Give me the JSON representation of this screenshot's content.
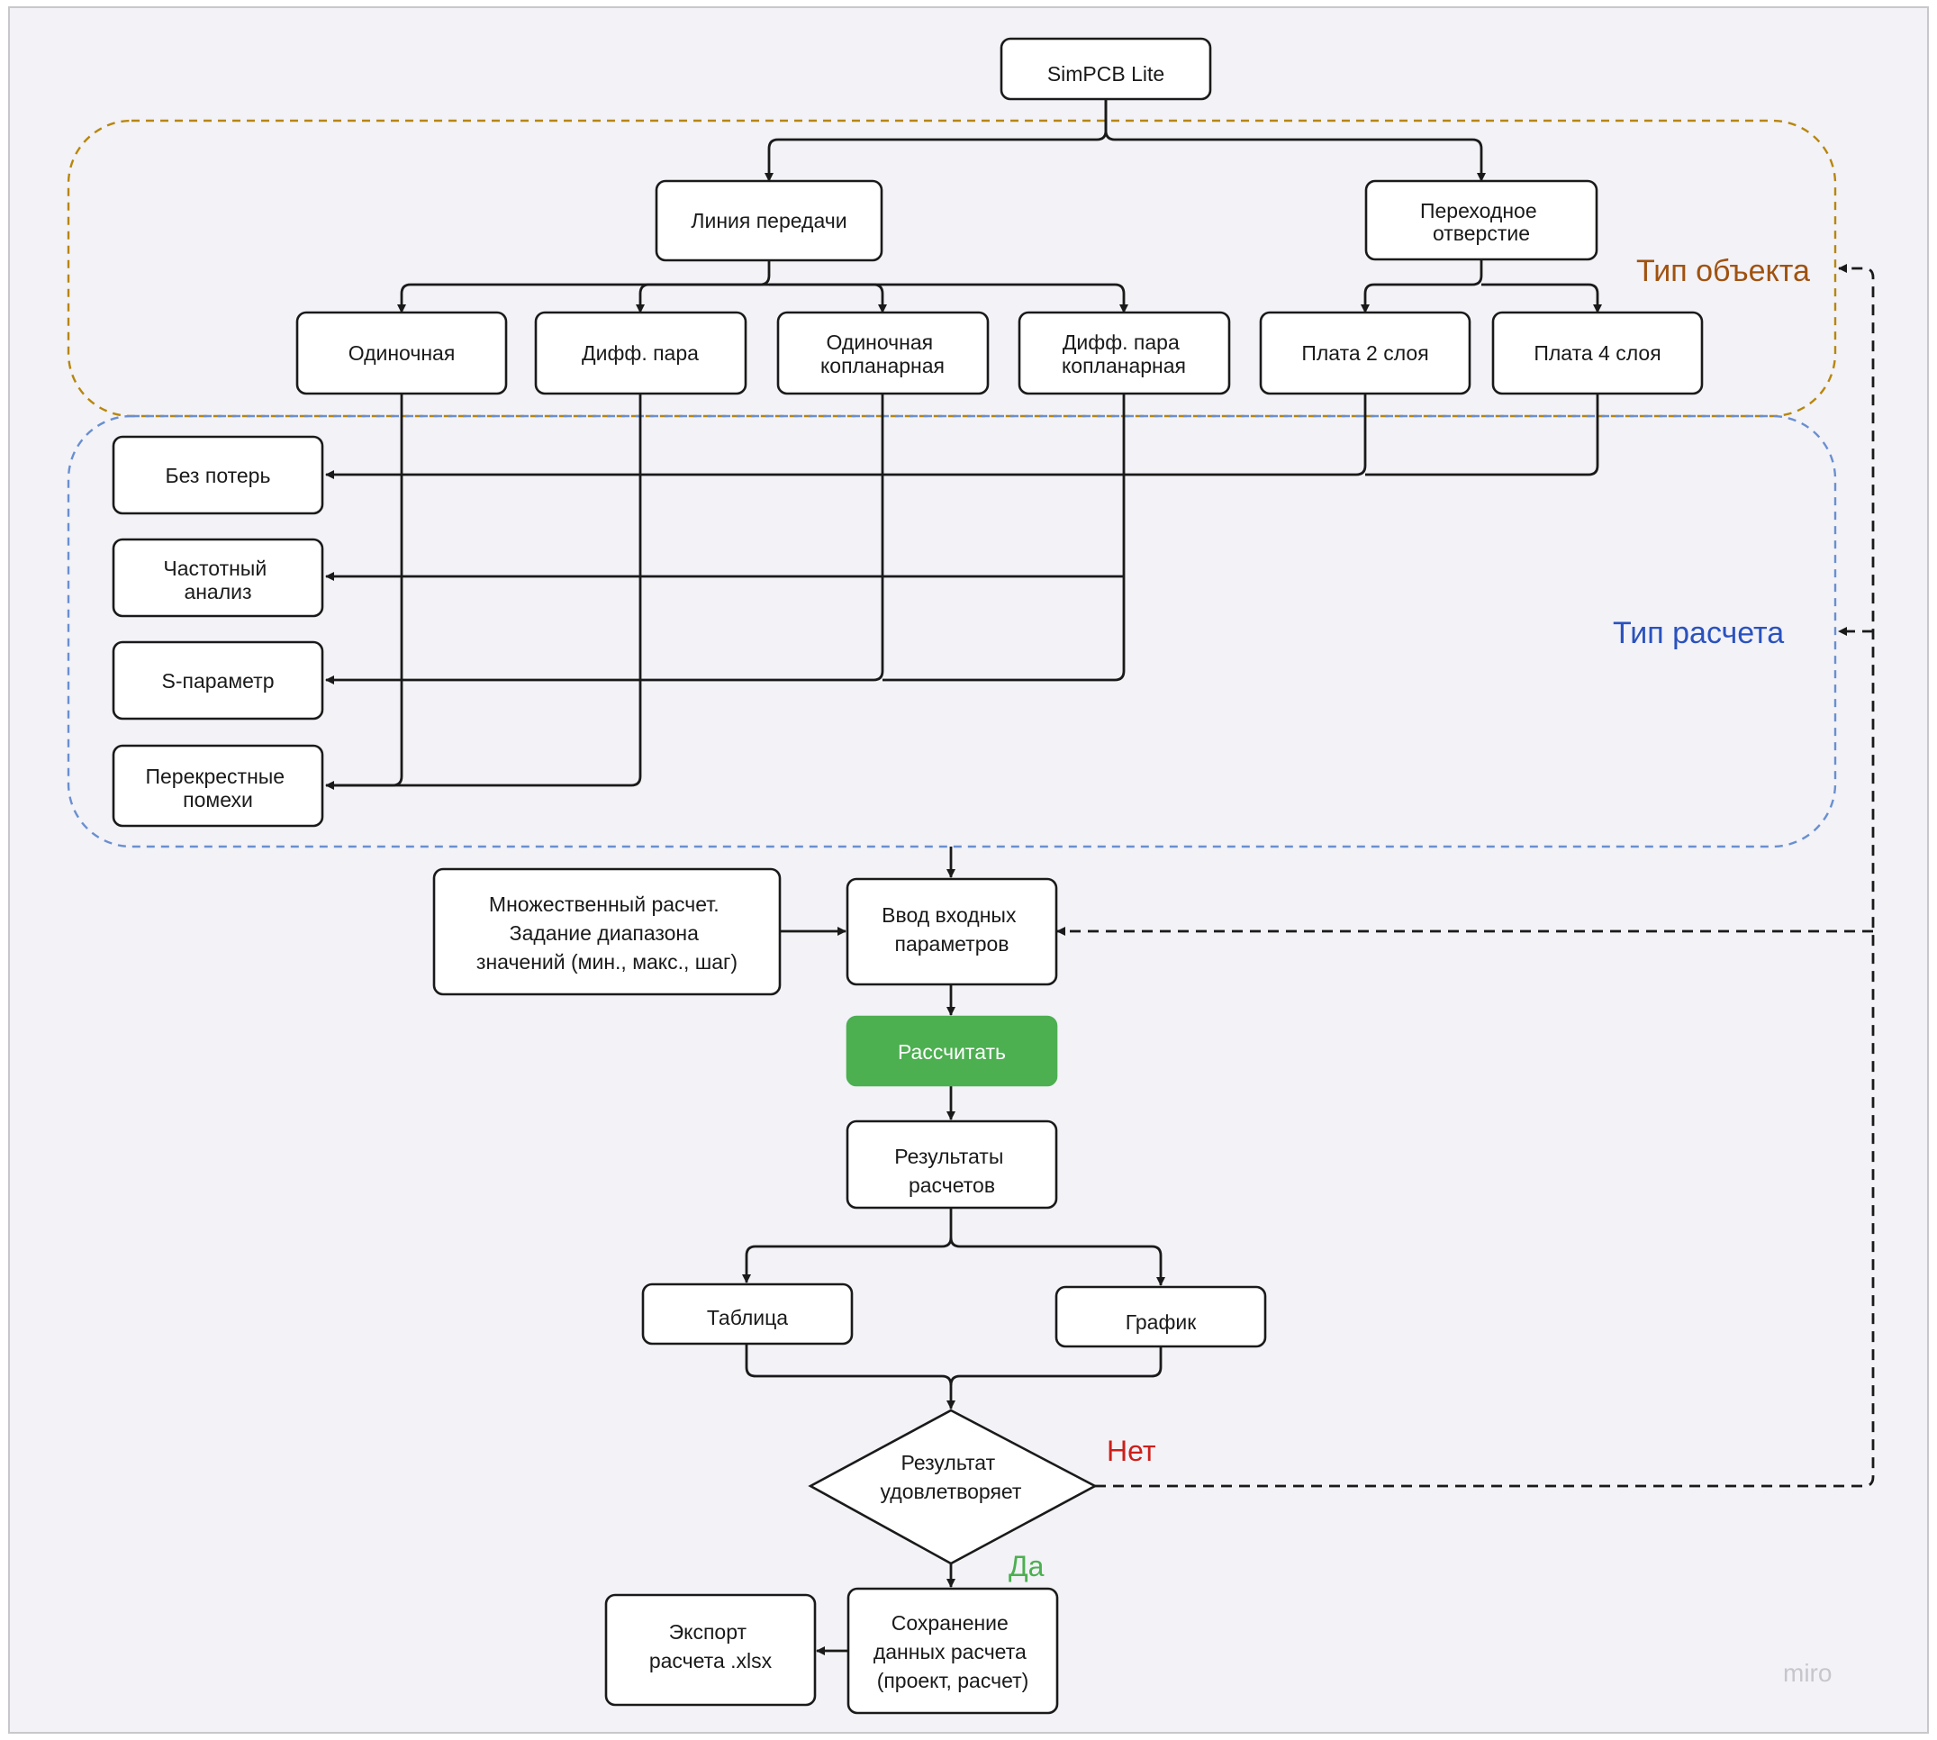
{
  "diagram": {
    "groups": {
      "object_type": {
        "label": "Тип объекта",
        "color": "#a0520f"
      },
      "calc_type": {
        "label": "Тип расчета",
        "color": "#2a52be"
      }
    },
    "nodes": {
      "root": [
        "SimPCB Lite"
      ],
      "line": [
        "Линия передачи"
      ],
      "via": [
        "Переходное",
        "отверстие"
      ],
      "single": [
        "Одиночная"
      ],
      "diff": [
        "Дифф. пара"
      ],
      "single_cop": [
        "Одиночная",
        "копланарная"
      ],
      "diff_cop": [
        "Дифф. пара",
        "копланарная"
      ],
      "board2": [
        "Плата 2 слоя"
      ],
      "board4": [
        "Плата 4 слоя"
      ],
      "lossless": [
        "Без потерь"
      ],
      "freq": [
        "Частотный",
        "анализ"
      ],
      "sparam": [
        "S-параметр"
      ],
      "crosstalk": [
        "Перекрестные",
        "помехи"
      ],
      "multi": [
        "Множественный расчет.",
        "Задание диапазона",
        "значений (мин., макс., шаг)"
      ],
      "input": [
        "Ввод входных",
        "параметров"
      ],
      "calc": [
        "Рассчитать"
      ],
      "results": [
        "Результаты",
        "расчетов"
      ],
      "table": [
        "Таблица"
      ],
      "graph": [
        "График"
      ],
      "decision": [
        "Результат",
        "удовлетворяет"
      ],
      "save": [
        "Сохранение",
        "данных расчета",
        "(проект, расчет)"
      ],
      "export": [
        "Экспорт",
        "расчета .xlsx"
      ]
    },
    "edge_labels": {
      "no": {
        "text": "Нет",
        "color": "#cc1f1a"
      },
      "yes": {
        "text": "Да",
        "color": "#4caf50"
      }
    },
    "colors": {
      "calc_button": "#4caf50"
    },
    "watermark": "miro"
  }
}
